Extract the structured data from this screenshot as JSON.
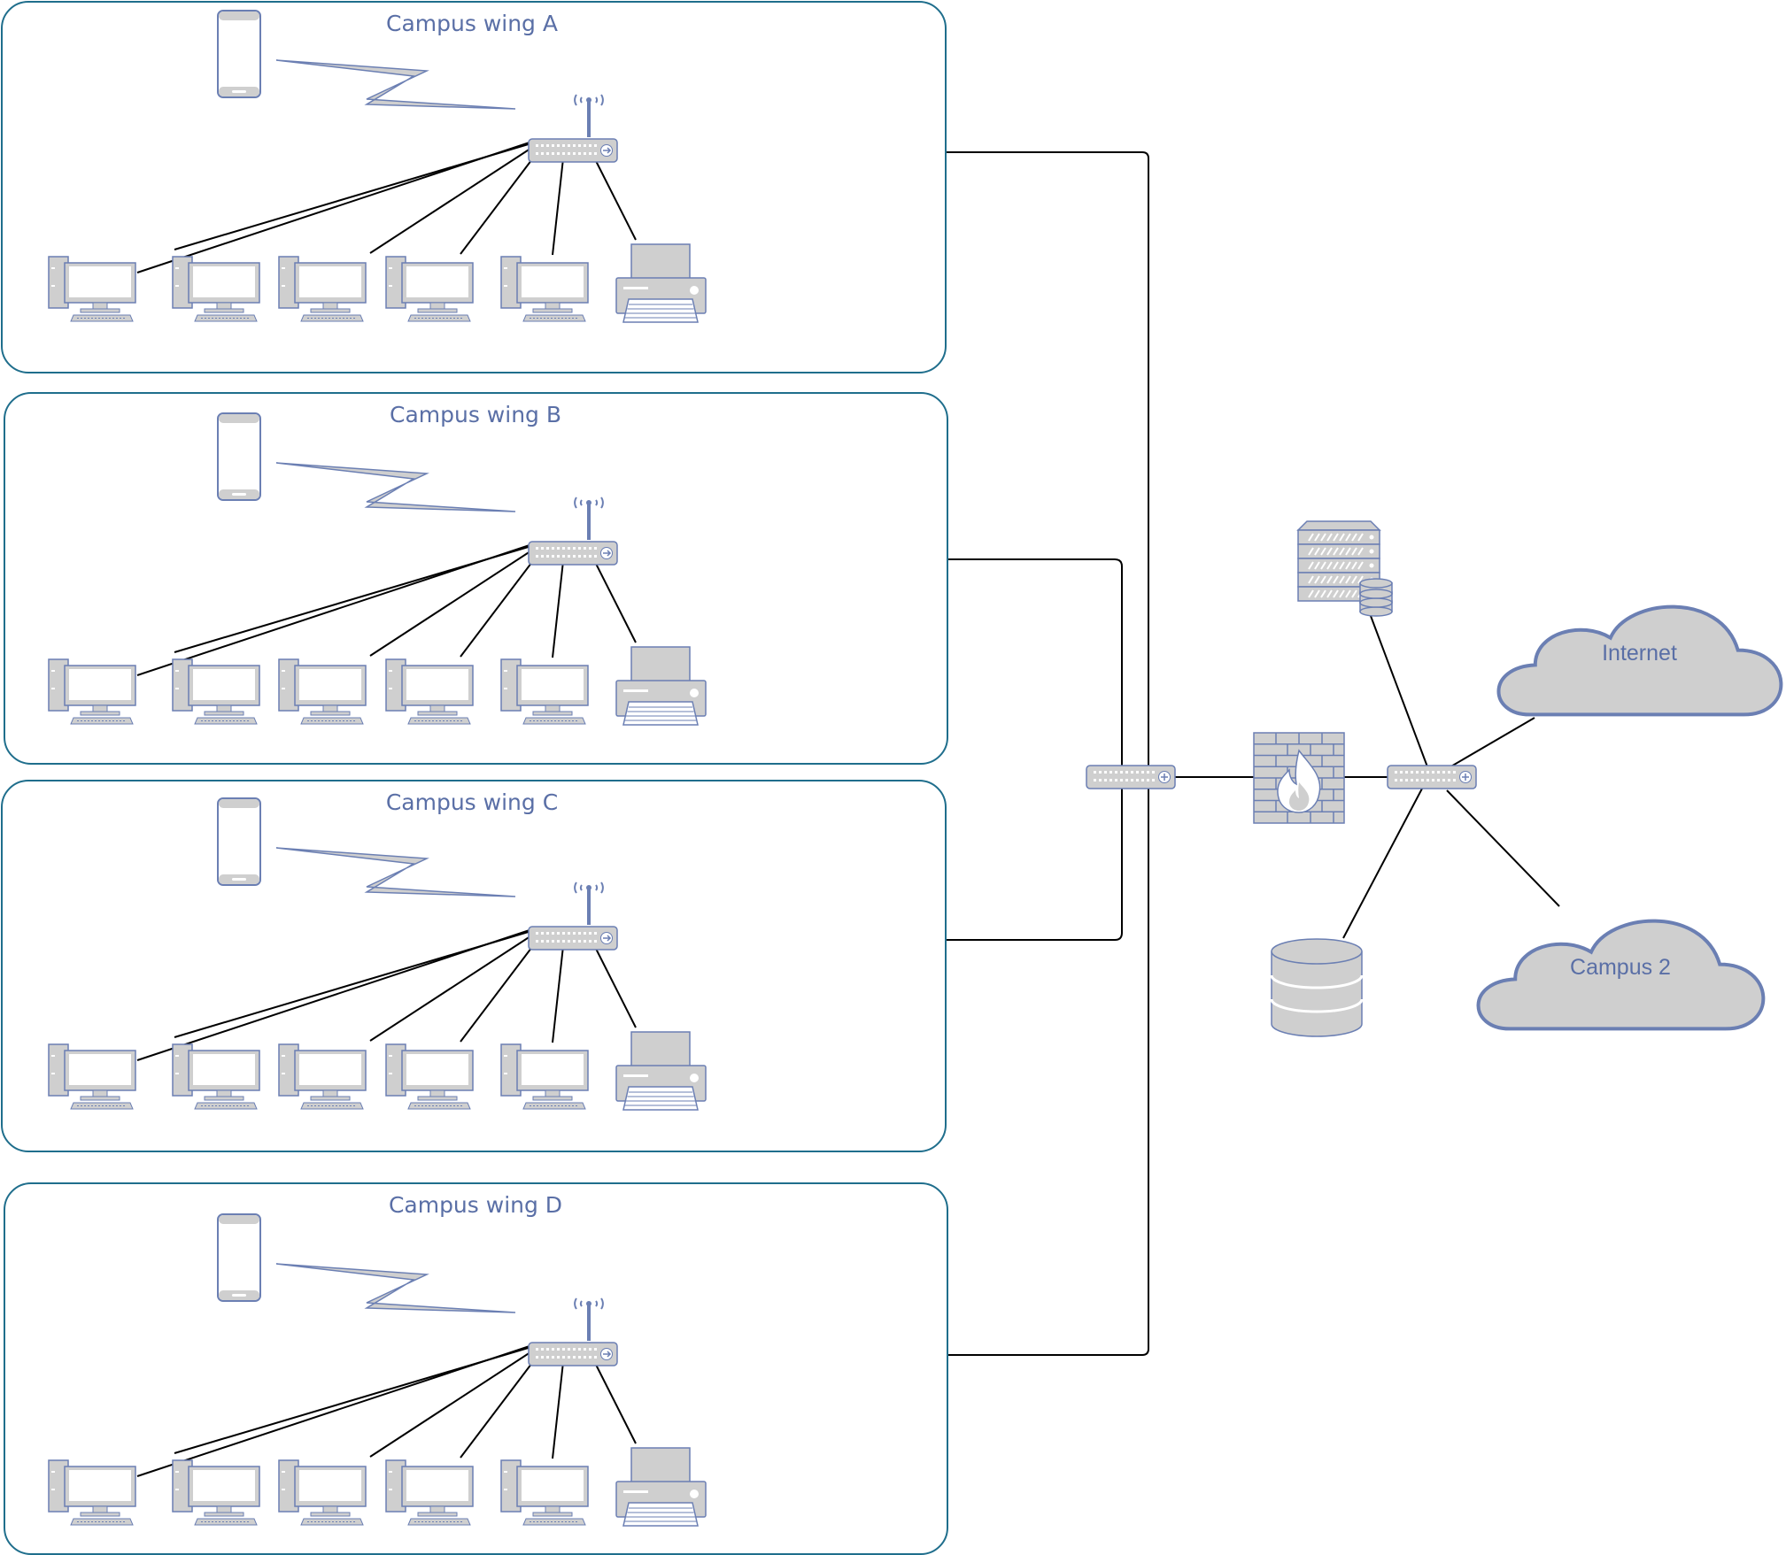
{
  "colors": {
    "frame": "#1f6e8c",
    "icon_fill": "#cfcfcf",
    "icon_stroke": "#6b7fb3",
    "text": "#5a6fa6",
    "link": "#000000"
  },
  "wings": [
    {
      "label": "Campus wing A",
      "computers": 5,
      "printers": 1,
      "mobiles": 1
    },
    {
      "label": "Campus wing B",
      "computers": 5,
      "printers": 1,
      "mobiles": 1
    },
    {
      "label": "Campus wing C",
      "computers": 5,
      "printers": 1,
      "mobiles": 1
    },
    {
      "label": "Campus wing D",
      "computers": 5,
      "printers": 1,
      "mobiles": 1
    }
  ],
  "core": {
    "switch_icon": "switch-icon",
    "firewall_icon": "firewall-icon",
    "router_icon": "router-icon",
    "server_icon": "database-server-icon",
    "database_icon": "database-icon"
  },
  "clouds": [
    {
      "label": "Internet"
    },
    {
      "label": "Campus 2"
    }
  ]
}
